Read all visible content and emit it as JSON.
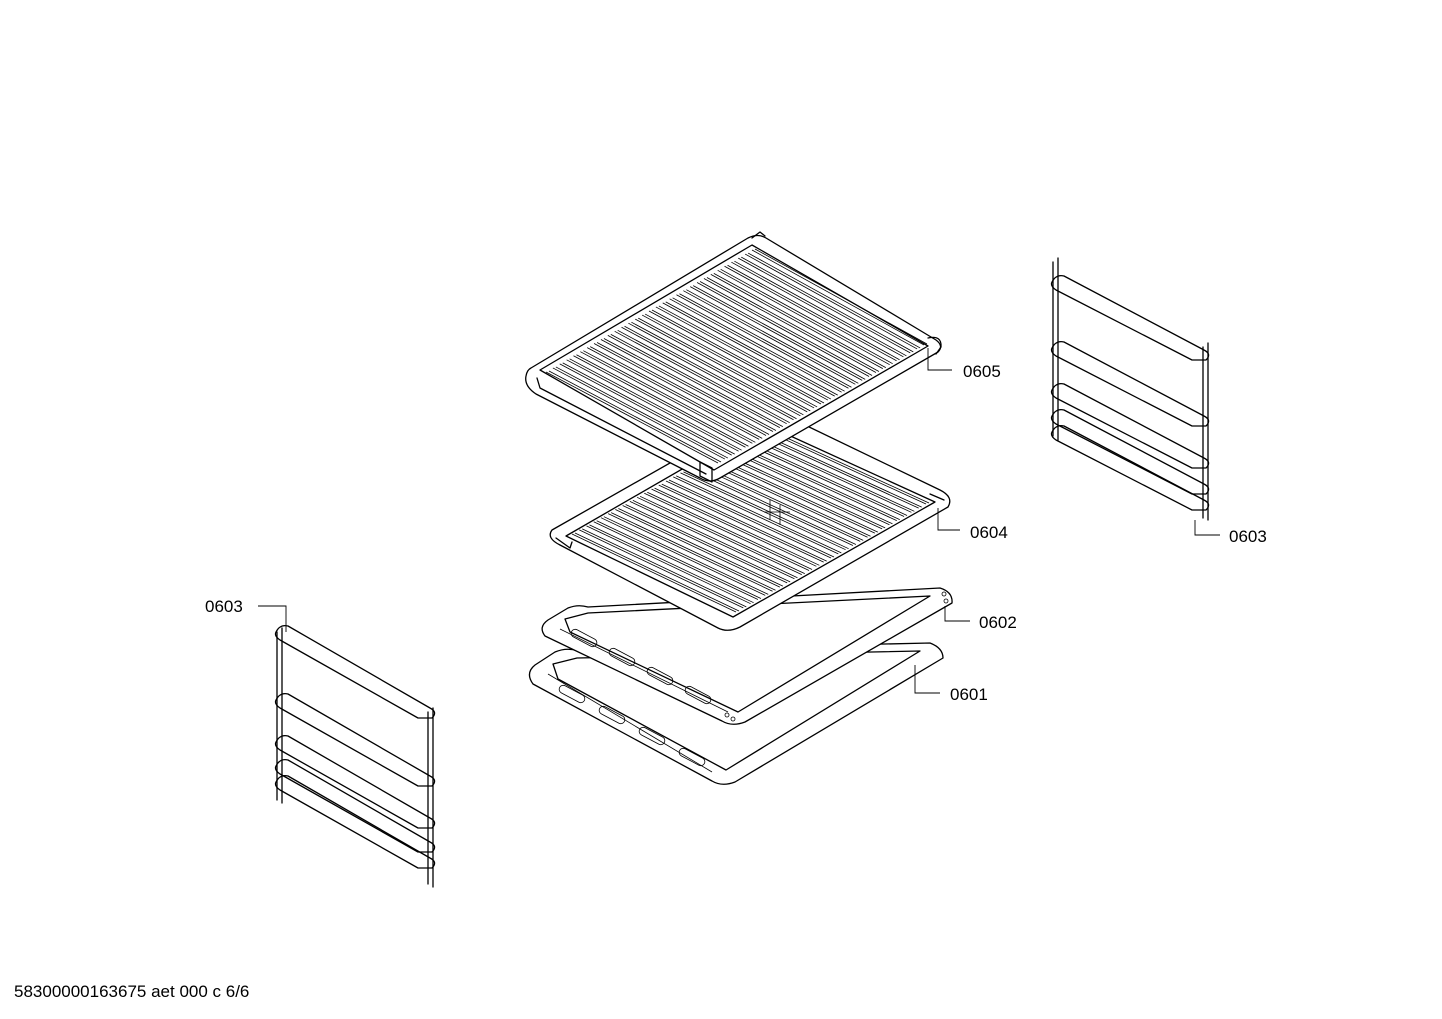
{
  "callouts": {
    "wire_shelf": "0605",
    "grill_rack": "0604",
    "rail_right": "0603",
    "rail_left": "0603",
    "baking_tray": "0602",
    "deep_tray": "0601"
  },
  "footer": {
    "document_code": "58300000163675 aet 000 c 6/6"
  }
}
